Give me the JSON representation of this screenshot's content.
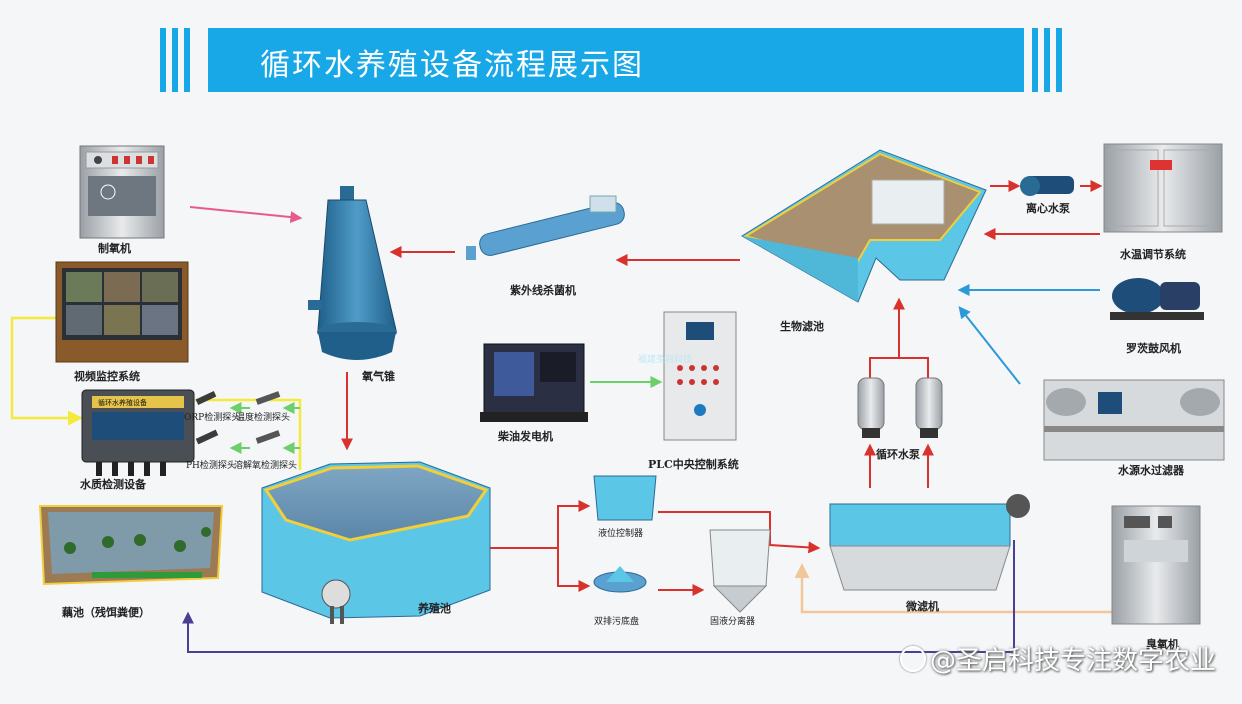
{
  "title": "循环水养殖设备流程展示图",
  "labels": {
    "oxygen_maker": "制氧机",
    "video_monitor": "视频监控系统",
    "water_quality": "水质检测设备",
    "orp_probe": "ORP检测探头",
    "temp_probe": "温度检测探头",
    "ph_probe": "PH检测探头",
    "do_probe": "溶解氧检测探头",
    "oxygen_cone": "氧气锥",
    "uv_sterilizer": "紫外线杀菌机",
    "diesel_generator": "柴油发电机",
    "plc": "PLC中央控制系统",
    "bio_filter": "生物滤池",
    "centrifugal_pump": "离心水泵",
    "temp_control": "水温调节系统",
    "roots_blower": "罗茨鼓风机",
    "water_filter": "水源水过滤器",
    "circulation_pump": "循环水泵",
    "level_controller": "液位控制器",
    "double_drain": "双排污底盘",
    "solid_separator": "固液分离器",
    "micro_filter": "微滤机",
    "ozone_machine": "臭氧机",
    "culture_pond": "养殖池",
    "lotus_pond": "藕池（残饵粪便）",
    "plate_text": "循环水养殖设备",
    "ghost_text": "福建圣启科技"
  },
  "watermark": "@圣启科技专注数字农业",
  "colors": {
    "banner": "#18a8e8",
    "tank": "#5cc6e6",
    "tank_rim": "#f2cf3a",
    "arrow_red": "#d9312b",
    "arrow_blue": "#2b9ad6",
    "arrow_pink": "#e85a8a",
    "arrow_green": "#6ccf6a",
    "line_yellow": "#f3ea3a",
    "line_purple": "#4a3f93",
    "line_peach": "#f1c79a"
  }
}
